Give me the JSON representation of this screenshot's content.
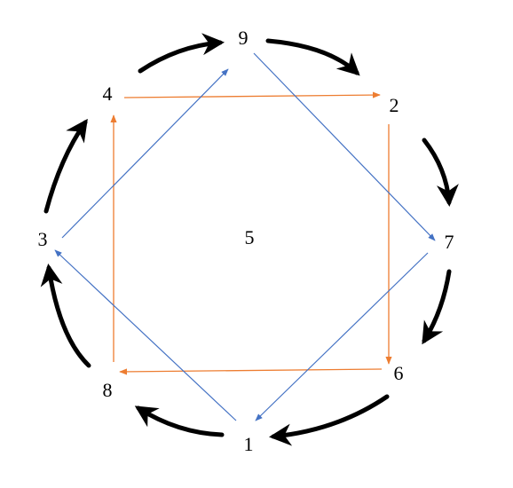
{
  "diagram": {
    "nodes": [
      {
        "id": "n9",
        "label": "9"
      },
      {
        "id": "n2",
        "label": "2"
      },
      {
        "id": "n7",
        "label": "7"
      },
      {
        "id": "n6",
        "label": "6"
      },
      {
        "id": "n1",
        "label": "1"
      },
      {
        "id": "n8",
        "label": "8"
      },
      {
        "id": "n3",
        "label": "3"
      },
      {
        "id": "n4",
        "label": "4"
      },
      {
        "id": "n5",
        "label": "5"
      }
    ],
    "colors": {
      "outer_cycle": "#000000",
      "square_orange": "#ED7D31",
      "square_blue": "#4472C4"
    },
    "outer_cycle_order": [
      "9",
      "2",
      "7",
      "6",
      "1",
      "8",
      "3",
      "4",
      "9"
    ],
    "orange_square_order": [
      "4",
      "2",
      "6",
      "8",
      "4"
    ],
    "blue_square_order": [
      "9",
      "7",
      "1",
      "3",
      "9"
    ]
  }
}
